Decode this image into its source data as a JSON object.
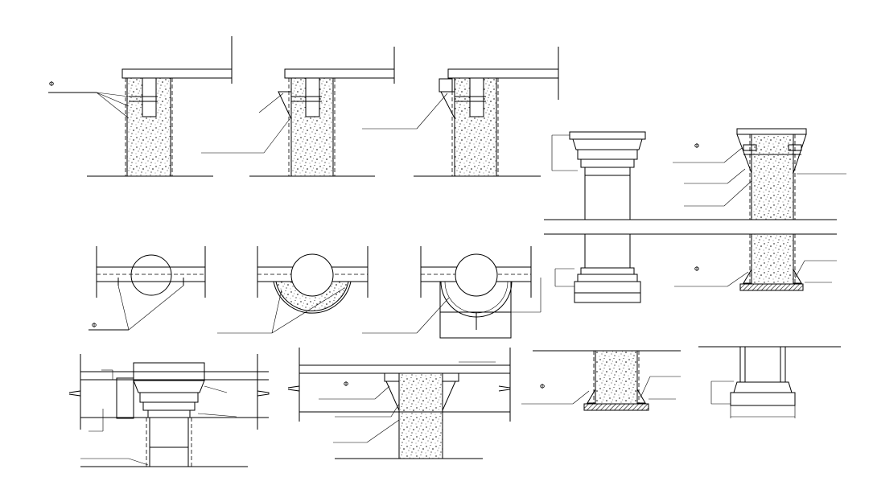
{
  "title": "",
  "palette": {
    "line": "#000000",
    "background": "#ffffff"
  },
  "detail_markers": [
    {
      "id": "marker-1",
      "label": "Φ"
    },
    {
      "id": "marker-2",
      "label": "Φ"
    },
    {
      "id": "marker-3",
      "label": "Φ"
    },
    {
      "id": "marker-4",
      "label": "Φ"
    },
    {
      "id": "marker-5",
      "label": "Φ"
    },
    {
      "id": "marker-6",
      "label": "Φ"
    }
  ]
}
